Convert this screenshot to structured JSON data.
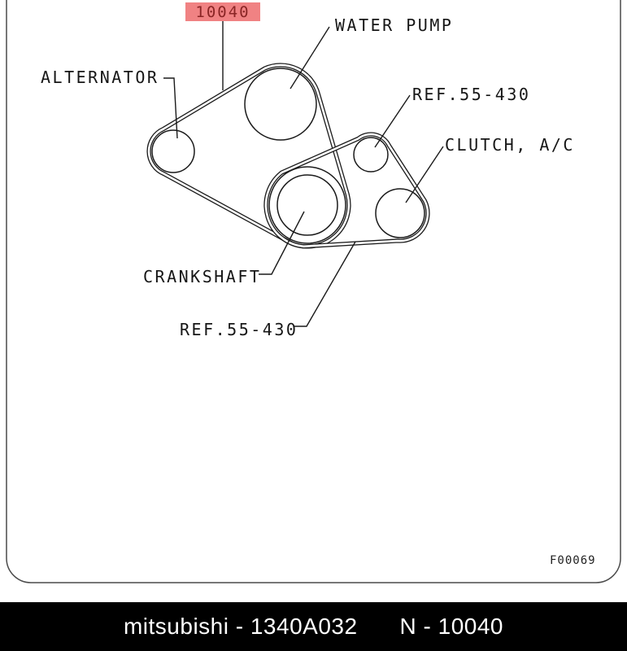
{
  "colors": {
    "highlight_bg": "#f08283",
    "highlight_text": "#8a2525",
    "footer_bg": "#000000",
    "footer_text": "#ffffff",
    "line": "#1a1a1a"
  },
  "highlight": {
    "part_number": "10040"
  },
  "labels": {
    "water_pump": "WATER PUMP",
    "alternator": "ALTERNATOR",
    "ref_upper": "REF.55-430",
    "clutch_ac": "CLUTCH, A/C",
    "crankshaft": "CRANKSHAFT",
    "ref_lower": "REF.55-430"
  },
  "figure_code": "F00069",
  "footer": {
    "brand_part": "mitsubishi - 1340A032",
    "catalog_ref": "N - 10040"
  }
}
